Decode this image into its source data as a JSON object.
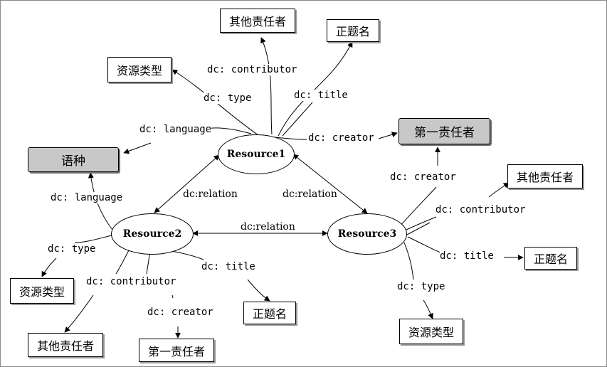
{
  "nodes": {
    "resource1": "Resource1",
    "resource2": "Resource2",
    "resource3": "Resource3"
  },
  "boxes": {
    "r1_contributor": "其他责任者",
    "r1_title": "正题名",
    "r1_type": "资源类型",
    "r1_language": "语种",
    "r1_creator": "第一责任者",
    "r2_type": "资源类型",
    "r2_contributor": "其他责任者",
    "r2_creator": "第一责任者",
    "r2_title": "正题名",
    "r3_contributor": "其他责任者",
    "r3_title": "正题名",
    "r3_type": "资源类型"
  },
  "labels": {
    "r1_contributor": "dc: contributor",
    "r1_type": "dc: type",
    "r1_title": "dc: title",
    "r1_language": "dc: language",
    "r1_creator": "dc: creator",
    "r2_language": "dc: language",
    "r2_type": "dc: type",
    "r2_contributor": "dc: contributor",
    "r2_creator": "dc: creator",
    "r2_title": "dc: title",
    "r3_creator": "dc: creator",
    "r3_contributor": "dc: contributor",
    "r3_title": "dc: title",
    "r3_type": "dc: type",
    "rel_12": "dc:relation",
    "rel_13": "dc:relation",
    "rel_23": "dc:relation"
  },
  "colors": {
    "line": "#000000",
    "highlight_fill": "#c8c8c8"
  }
}
